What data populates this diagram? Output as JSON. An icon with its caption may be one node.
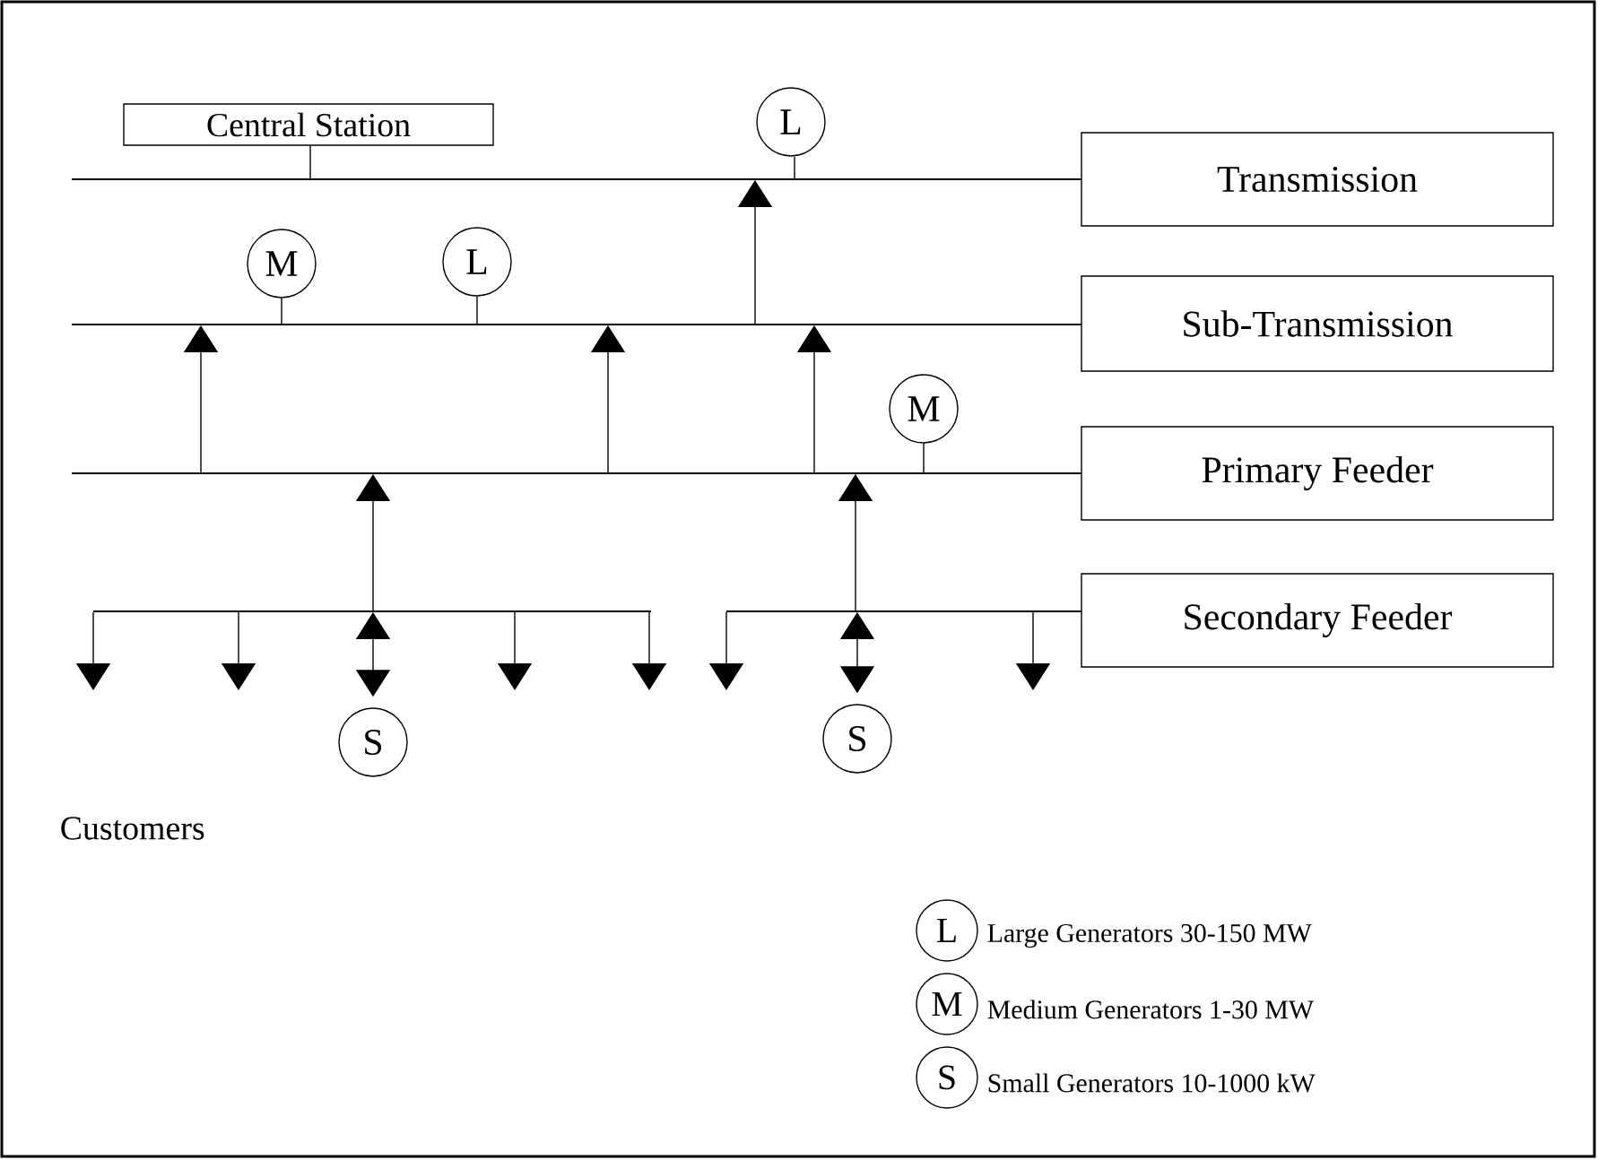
{
  "diagram": {
    "nodes": [
      {
        "text": [
          "Central Station"
        ]
      },
      {
        "text": [
          "L"
        ]
      },
      {
        "text": [],
        "shape": "bar"
      },
      {
        "text": [
          "Transmission"
        ]
      },
      {
        "text": [
          "M"
        ]
      },
      {
        "text": [
          "L"
        ]
      },
      {
        "text": [],
        "shape": "bar"
      },
      {
        "text": [
          "Sub-Transmission"
        ]
      },
      {
        "text": [
          "M"
        ]
      },
      {
        "text": [],
        "shape": "bar"
      },
      {
        "text": [
          "Primary Feeder"
        ]
      },
      {
        "text": [],
        "shape": "bar"
      },
      {
        "text": [],
        "shape": "bar"
      },
      {
        "text": [
          "Secondary Feeder"
        ]
      },
      {
        "text": [
          "S"
        ]
      },
      {
        "text": [
          "S"
        ]
      }
    ],
    "edges": [
      {
        "from": 0,
        "to": 2,
        "arrow": "none"
      },
      {
        "from": 1,
        "to": 2,
        "arrow": "none"
      },
      {
        "from": 6,
        "to": 2,
        "arrow": "to"
      },
      {
        "from": 4,
        "to": 6,
        "arrow": "none"
      },
      {
        "from": 5,
        "to": 6,
        "arrow": "none"
      },
      {
        "from": 9,
        "to": 6,
        "arrow": "to"
      },
      {
        "from": 9,
        "to": 6,
        "arrow": "to"
      },
      {
        "from": 9,
        "to": 6,
        "arrow": "to"
      },
      {
        "from": 8,
        "to": 9,
        "arrow": "none"
      },
      {
        "from": 11,
        "to": 9,
        "arrow": "to"
      },
      {
        "from": 12,
        "to": 9,
        "arrow": "to"
      },
      {
        "from": 14,
        "to": 11,
        "arrow": "both"
      },
      {
        "from": 15,
        "to": 12,
        "arrow": "both"
      },
      {
        "from": 11,
        "to": null,
        "arrow": "to"
      },
      {
        "from": 11,
        "to": null,
        "arrow": "to"
      },
      {
        "from": 11,
        "to": null,
        "arrow": "to"
      },
      {
        "from": 11,
        "to": null,
        "arrow": "to"
      },
      {
        "from": 12,
        "to": null,
        "arrow": "to"
      },
      {
        "from": 12,
        "to": null,
        "arrow": "to"
      }
    ],
    "labels": [
      "Customers",
      "L",
      "M",
      "S"
    ],
    "legend": [
      {
        "text": "Large Generators 30-150 MW"
      },
      {
        "text": "Medium Generators 1-30 MW"
      },
      {
        "text": "Small Generators 10-1000 kW"
      }
    ]
  }
}
